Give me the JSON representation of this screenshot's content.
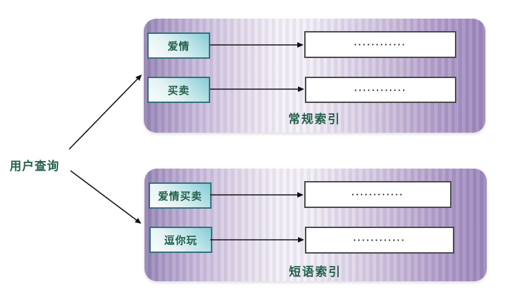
{
  "query_label": "用户查询",
  "sections": [
    {
      "id": "regular-index",
      "title": "常规索引",
      "terms": [
        "爱情",
        "买卖"
      ],
      "postings": [
        "············",
        "············"
      ]
    },
    {
      "id": "phrase-index",
      "title": "短语索引",
      "terms": [
        "爱情买卖",
        "逗你玩"
      ],
      "postings": [
        "············",
        "············"
      ]
    }
  ],
  "colors": {
    "panel_dark": "#8f7fae",
    "panel_light": "#f4f1f7",
    "panel_edge": "#9a85ba",
    "term_fill": "#84ccd6",
    "term_border": "#33707d",
    "label_green": "#24604b",
    "box_border": "#4a4a4a",
    "arrow": "#111111"
  }
}
